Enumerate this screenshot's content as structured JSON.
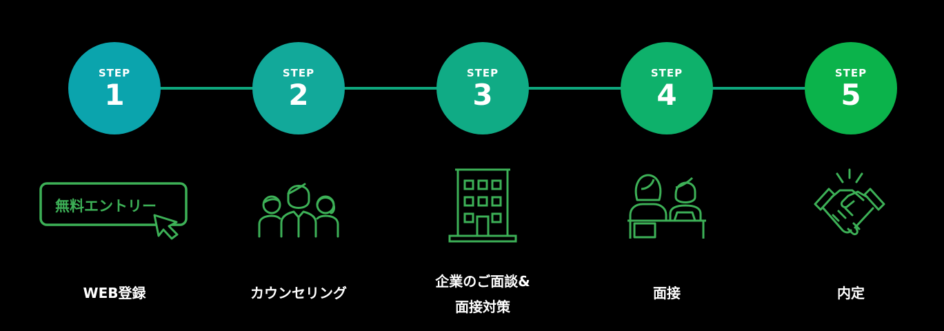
{
  "step_label": "STEP",
  "steps": [
    {
      "number": "1",
      "color": "#0ba4ad",
      "caption_lines": [
        "WEB登録"
      ],
      "icon": "entry-button-icon",
      "entry_text": "無料エントリー"
    },
    {
      "number": "2",
      "color": "#12a99a",
      "caption_lines": [
        "カウンセリング"
      ],
      "icon": "people-group-icon"
    },
    {
      "number": "3",
      "color": "#10ab85",
      "caption_lines": [
        "企業のご面談&",
        "面接対策"
      ],
      "icon": "office-building-icon"
    },
    {
      "number": "4",
      "color": "#0eb16b",
      "caption_lines": [
        "面接"
      ],
      "icon": "interview-icon"
    },
    {
      "number": "5",
      "color": "#0bb34b",
      "caption_lines": [
        "内定"
      ],
      "icon": "handshake-icon"
    }
  ],
  "colors": {
    "background": "#000000",
    "icon_green": "#3db157",
    "connector": "#0ea77e"
  }
}
